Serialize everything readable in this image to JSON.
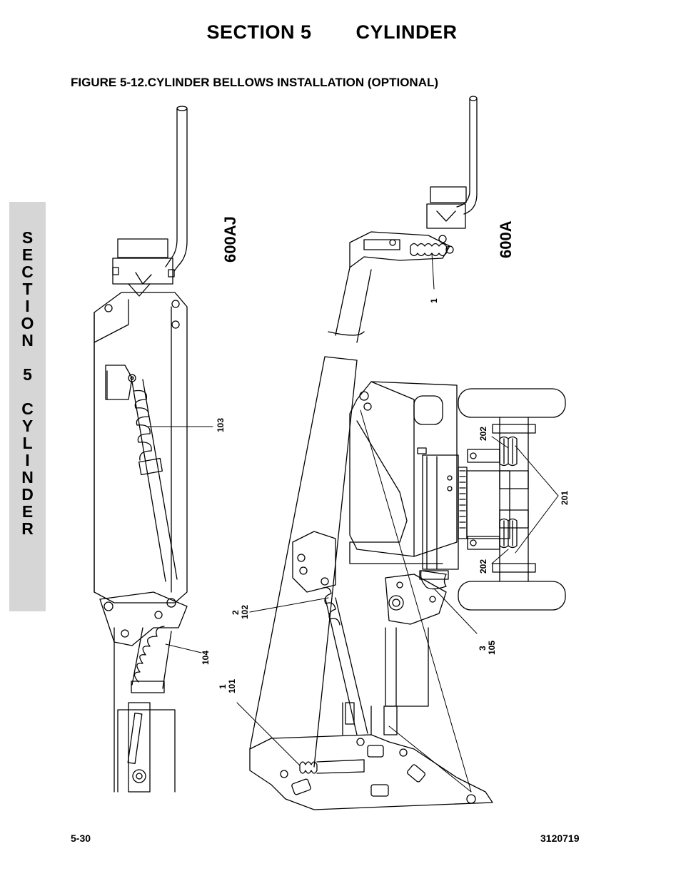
{
  "header": {
    "section": "SECTION 5",
    "title": "CYLINDER"
  },
  "figure_title": "FIGURE 5-12.CYLINDER BELLOWS INSTALLATION (OPTIONAL)",
  "side_tab": {
    "letters": [
      "S",
      "E",
      "C",
      "T",
      "I",
      "O",
      "N",
      "",
      "5",
      "",
      "C",
      "Y",
      "L",
      "I",
      "N",
      "D",
      "E",
      "R"
    ]
  },
  "model_labels": {
    "left": "600AJ",
    "right": "600A"
  },
  "callouts": {
    "c103": "103",
    "c104": "104",
    "c2": "2",
    "c102": "102",
    "c1a": "1",
    "c101": "101",
    "c1b": "1",
    "c202a": "202",
    "c202b": "202",
    "c201": "201",
    "c3": "3",
    "c105": "105"
  },
  "footer": {
    "page": "5-30",
    "doc_number": "3120719"
  }
}
